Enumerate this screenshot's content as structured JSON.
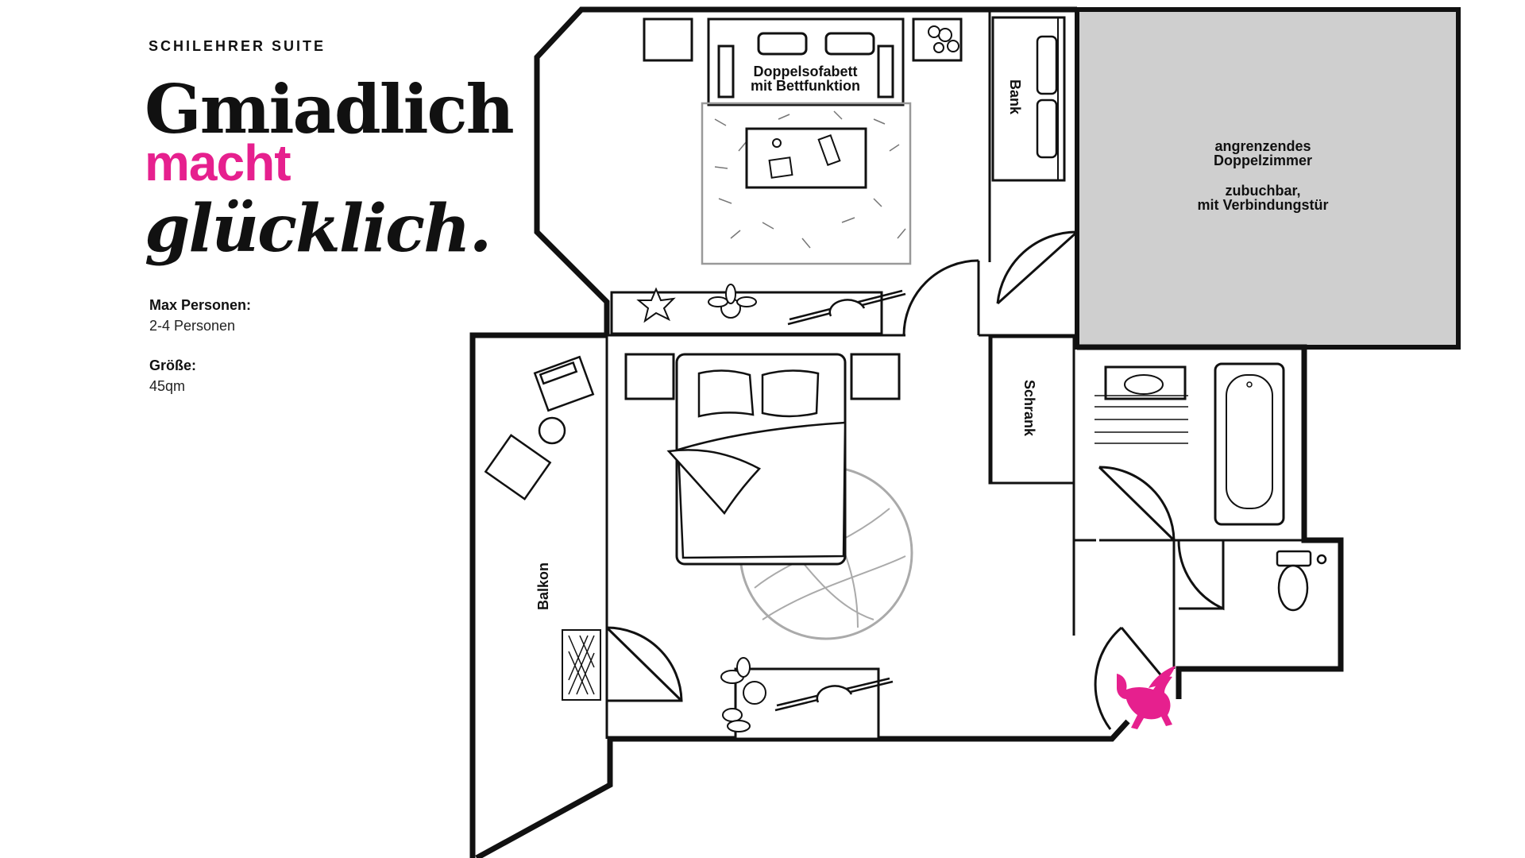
{
  "header": {
    "eyebrow": "SCHILEHRER SUITE",
    "headline_line1": "Gmiadlich",
    "headline_line2": "macht",
    "headline_line3": "glücklich."
  },
  "info": {
    "max_persons_label": "Max Personen:",
    "max_persons_value": "2-4 Personen",
    "size_label": "Größe:",
    "size_value": "45qm"
  },
  "plan": {
    "sofa_bed_line1": "Doppelsofabett",
    "sofa_bed_line2": "mit Bettfunktion",
    "bench": "Bank",
    "wardrobe": "Schrank",
    "balcony": "Balkon",
    "adjacent_room_line1": "angrenzendes",
    "adjacent_room_line2": "Doppelzimmer",
    "adjacent_room_line3": "zubuchbar,",
    "adjacent_room_line4": "mit Verbindungstür"
  },
  "colors": {
    "accent": "#e6208e",
    "wall": "#111111",
    "adjacent_room_fill": "#cfcfcf",
    "rug_stroke": "#9a9a9a"
  },
  "icons": [
    "pegasus-logo-icon",
    "plant-icon",
    "lamp-icon",
    "toilet-icon",
    "sink-icon",
    "bathtub-icon"
  ]
}
